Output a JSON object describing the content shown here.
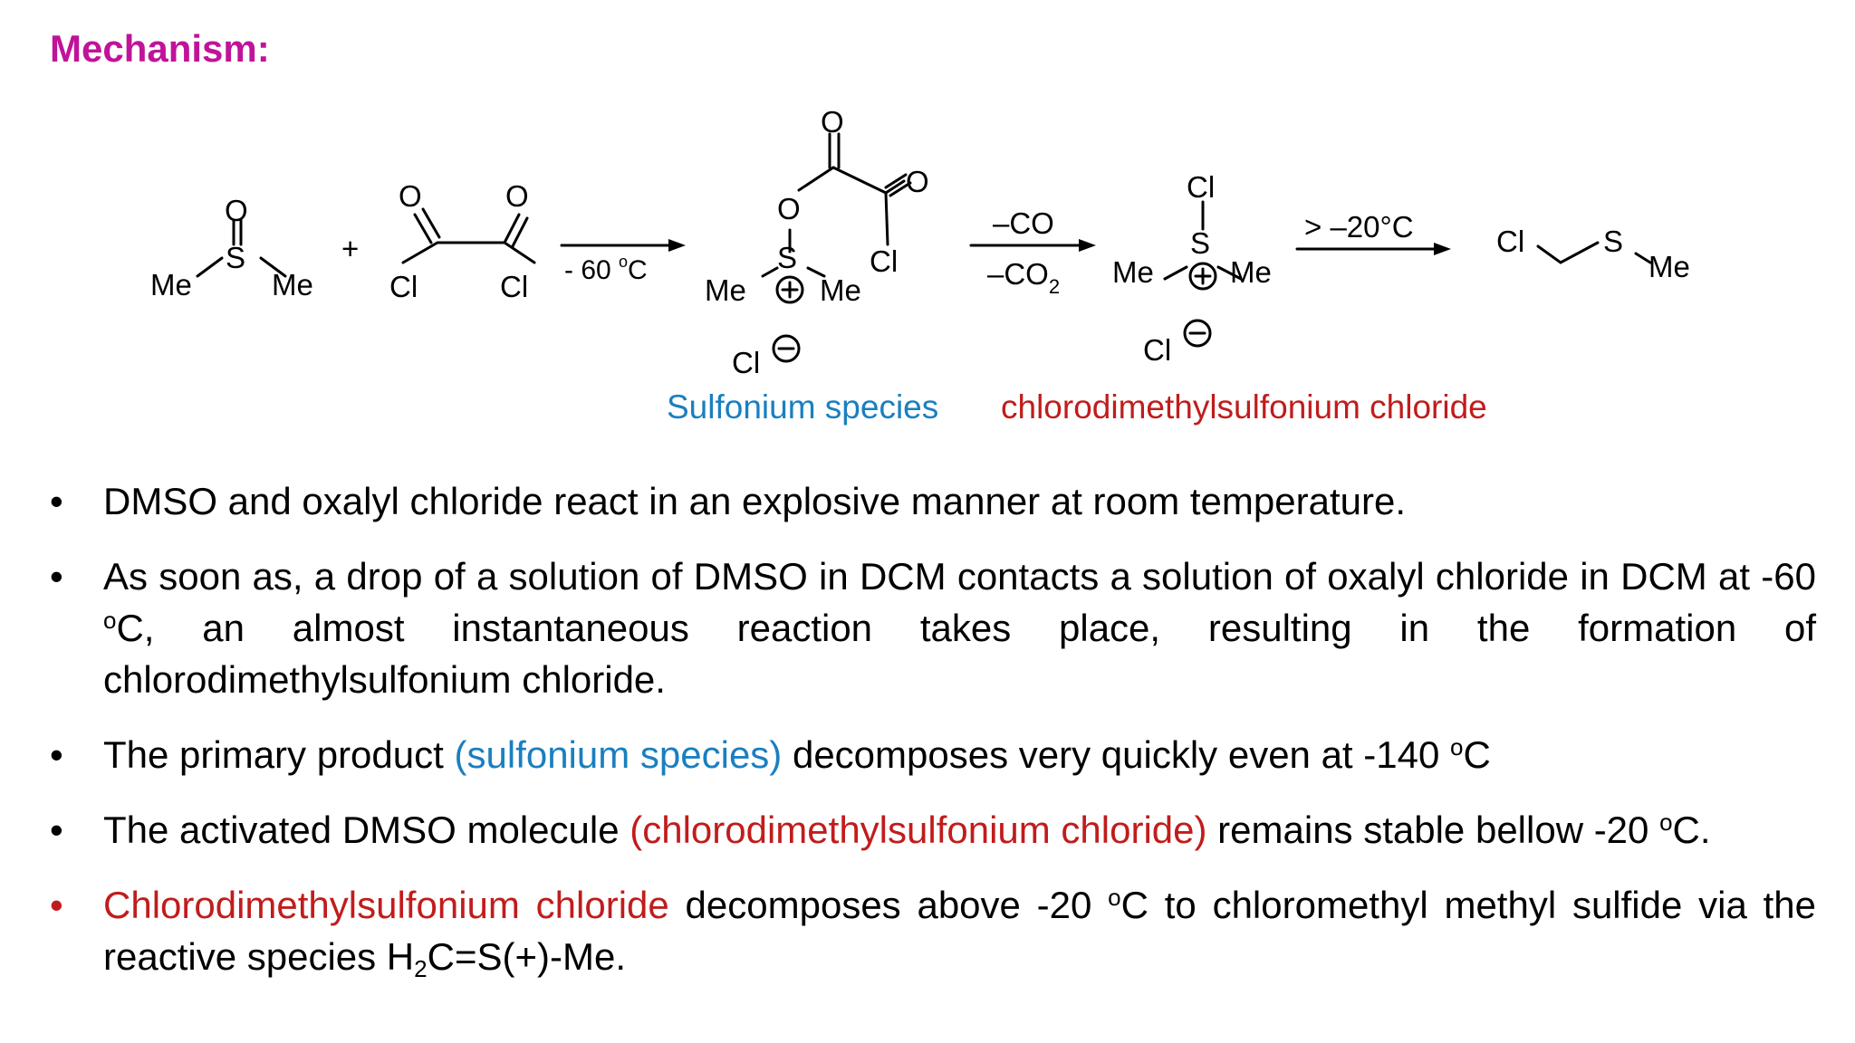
{
  "title": "Mechanism:",
  "scheme": {
    "plus": "+",
    "me": "Me",
    "s": "S",
    "o": "O",
    "cl": "Cl",
    "arrow1_label": "- 60 ",
    "deg_o": "o",
    "deg_c": "C",
    "arrow2_label_top": "–CO",
    "arrow2_label_bottom": "–CO",
    "sub2": "2",
    "arrow3_label": "> –20°C",
    "label_sulfonium": "Sulfonium species",
    "label_chloro": "chlorodimethylsulfonium chloride"
  },
  "bullets": {
    "marker": "•",
    "b1": "DMSO and oxalyl chloride react in an explosive manner at room temperature.",
    "b2_a": "As soon as, a drop of a solution of DMSO in DCM contacts a solution of oxalyl chloride in DCM at -60 ",
    "b2_sup": "o",
    "b2_b": "C, an almost instantaneous reaction takes place, resulting in the formation of chlorodimethylsulfonium chloride.",
    "b3_a": "The primary product ",
    "b3_blue": "(sulfonium species)",
    "b3_b": " decomposes very quickly even at -140 ",
    "b3_sup": "o",
    "b3_c": "C",
    "b4_a": "The activated DMSO molecule ",
    "b4_red": "(chlorodimethylsulfonium chloride)",
    "b4_b": " remains stable bellow -20 ",
    "b4_sup": "o",
    "b4_c": "C.",
    "b5_red": "Chlorodimethylsulfonium chloride",
    "b5_a": " decomposes above -20 ",
    "b5_sup": "o",
    "b5_b": "C to chloromethyl methyl sulfide via the reactive species H",
    "b5_sub": "2",
    "b5_c": "C=S(+)-Me."
  },
  "colors": {
    "title": "#c0139a",
    "blue": "#1a7fc0",
    "red": "#c11c1c",
    "bullet_red": "#c11c1c"
  }
}
